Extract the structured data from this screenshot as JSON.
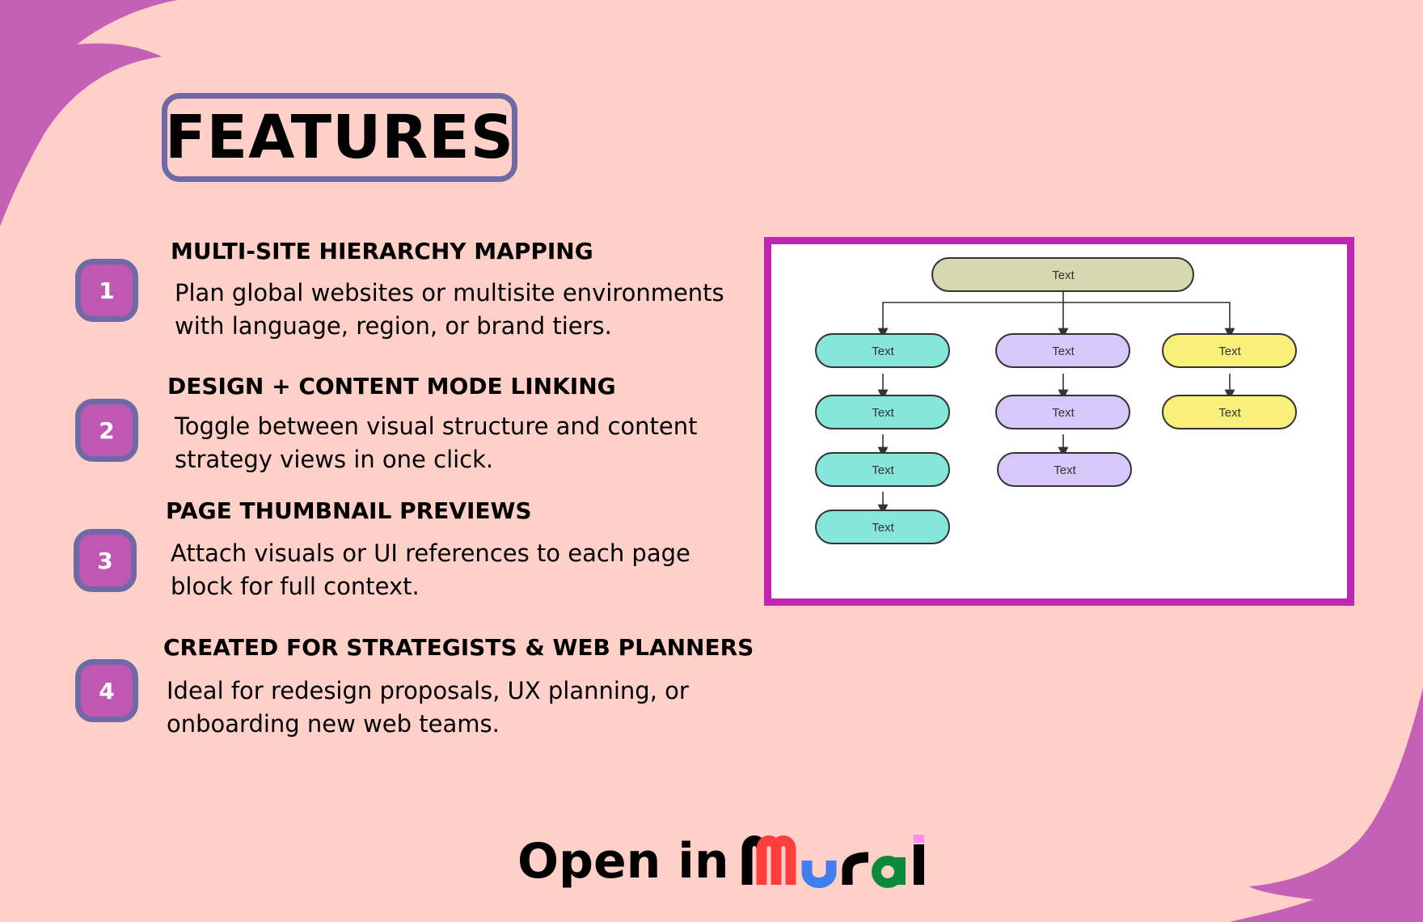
{
  "title": "FEATURES",
  "colors": {
    "background": "#fed0c8",
    "accent_purple": "#6f6aa6",
    "badge_fill": "#c057b2",
    "frame_magenta": "#c125b6",
    "node_olive": "#d7d7b0",
    "node_teal": "#86e6d9",
    "node_lavender": "#d8c8fa",
    "node_yellow": "#f8f07a"
  },
  "features": [
    {
      "number": "1",
      "title": "MULTI-SITE HIERARCHY MAPPING",
      "description": "Plan global websites or multisite environments with language, region, or brand tiers."
    },
    {
      "number": "2",
      "title": "DESIGN + CONTENT MODE LINKING",
      "description": "Toggle between visual structure and content strategy views in one click."
    },
    {
      "number": "3",
      "title": "PAGE THUMBNAIL PREVIEWS",
      "description": "Attach visuals or UI references to each page block for full context."
    },
    {
      "number": "4",
      "title": "CREATED FOR STRATEGISTS & WEB PLANNERS",
      "description": "Ideal for redesign proposals, UX planning, or onboarding new web teams."
    }
  ],
  "diagram": {
    "root": "Text",
    "columns": [
      [
        "Text",
        "Text",
        "Text",
        "Text"
      ],
      [
        "Text",
        "Text",
        "Text"
      ],
      [
        "Text",
        "Text"
      ]
    ]
  },
  "footer": {
    "cta": "Open in",
    "logo": "Mural",
    "logo_icon": "mural-logo-icon"
  }
}
